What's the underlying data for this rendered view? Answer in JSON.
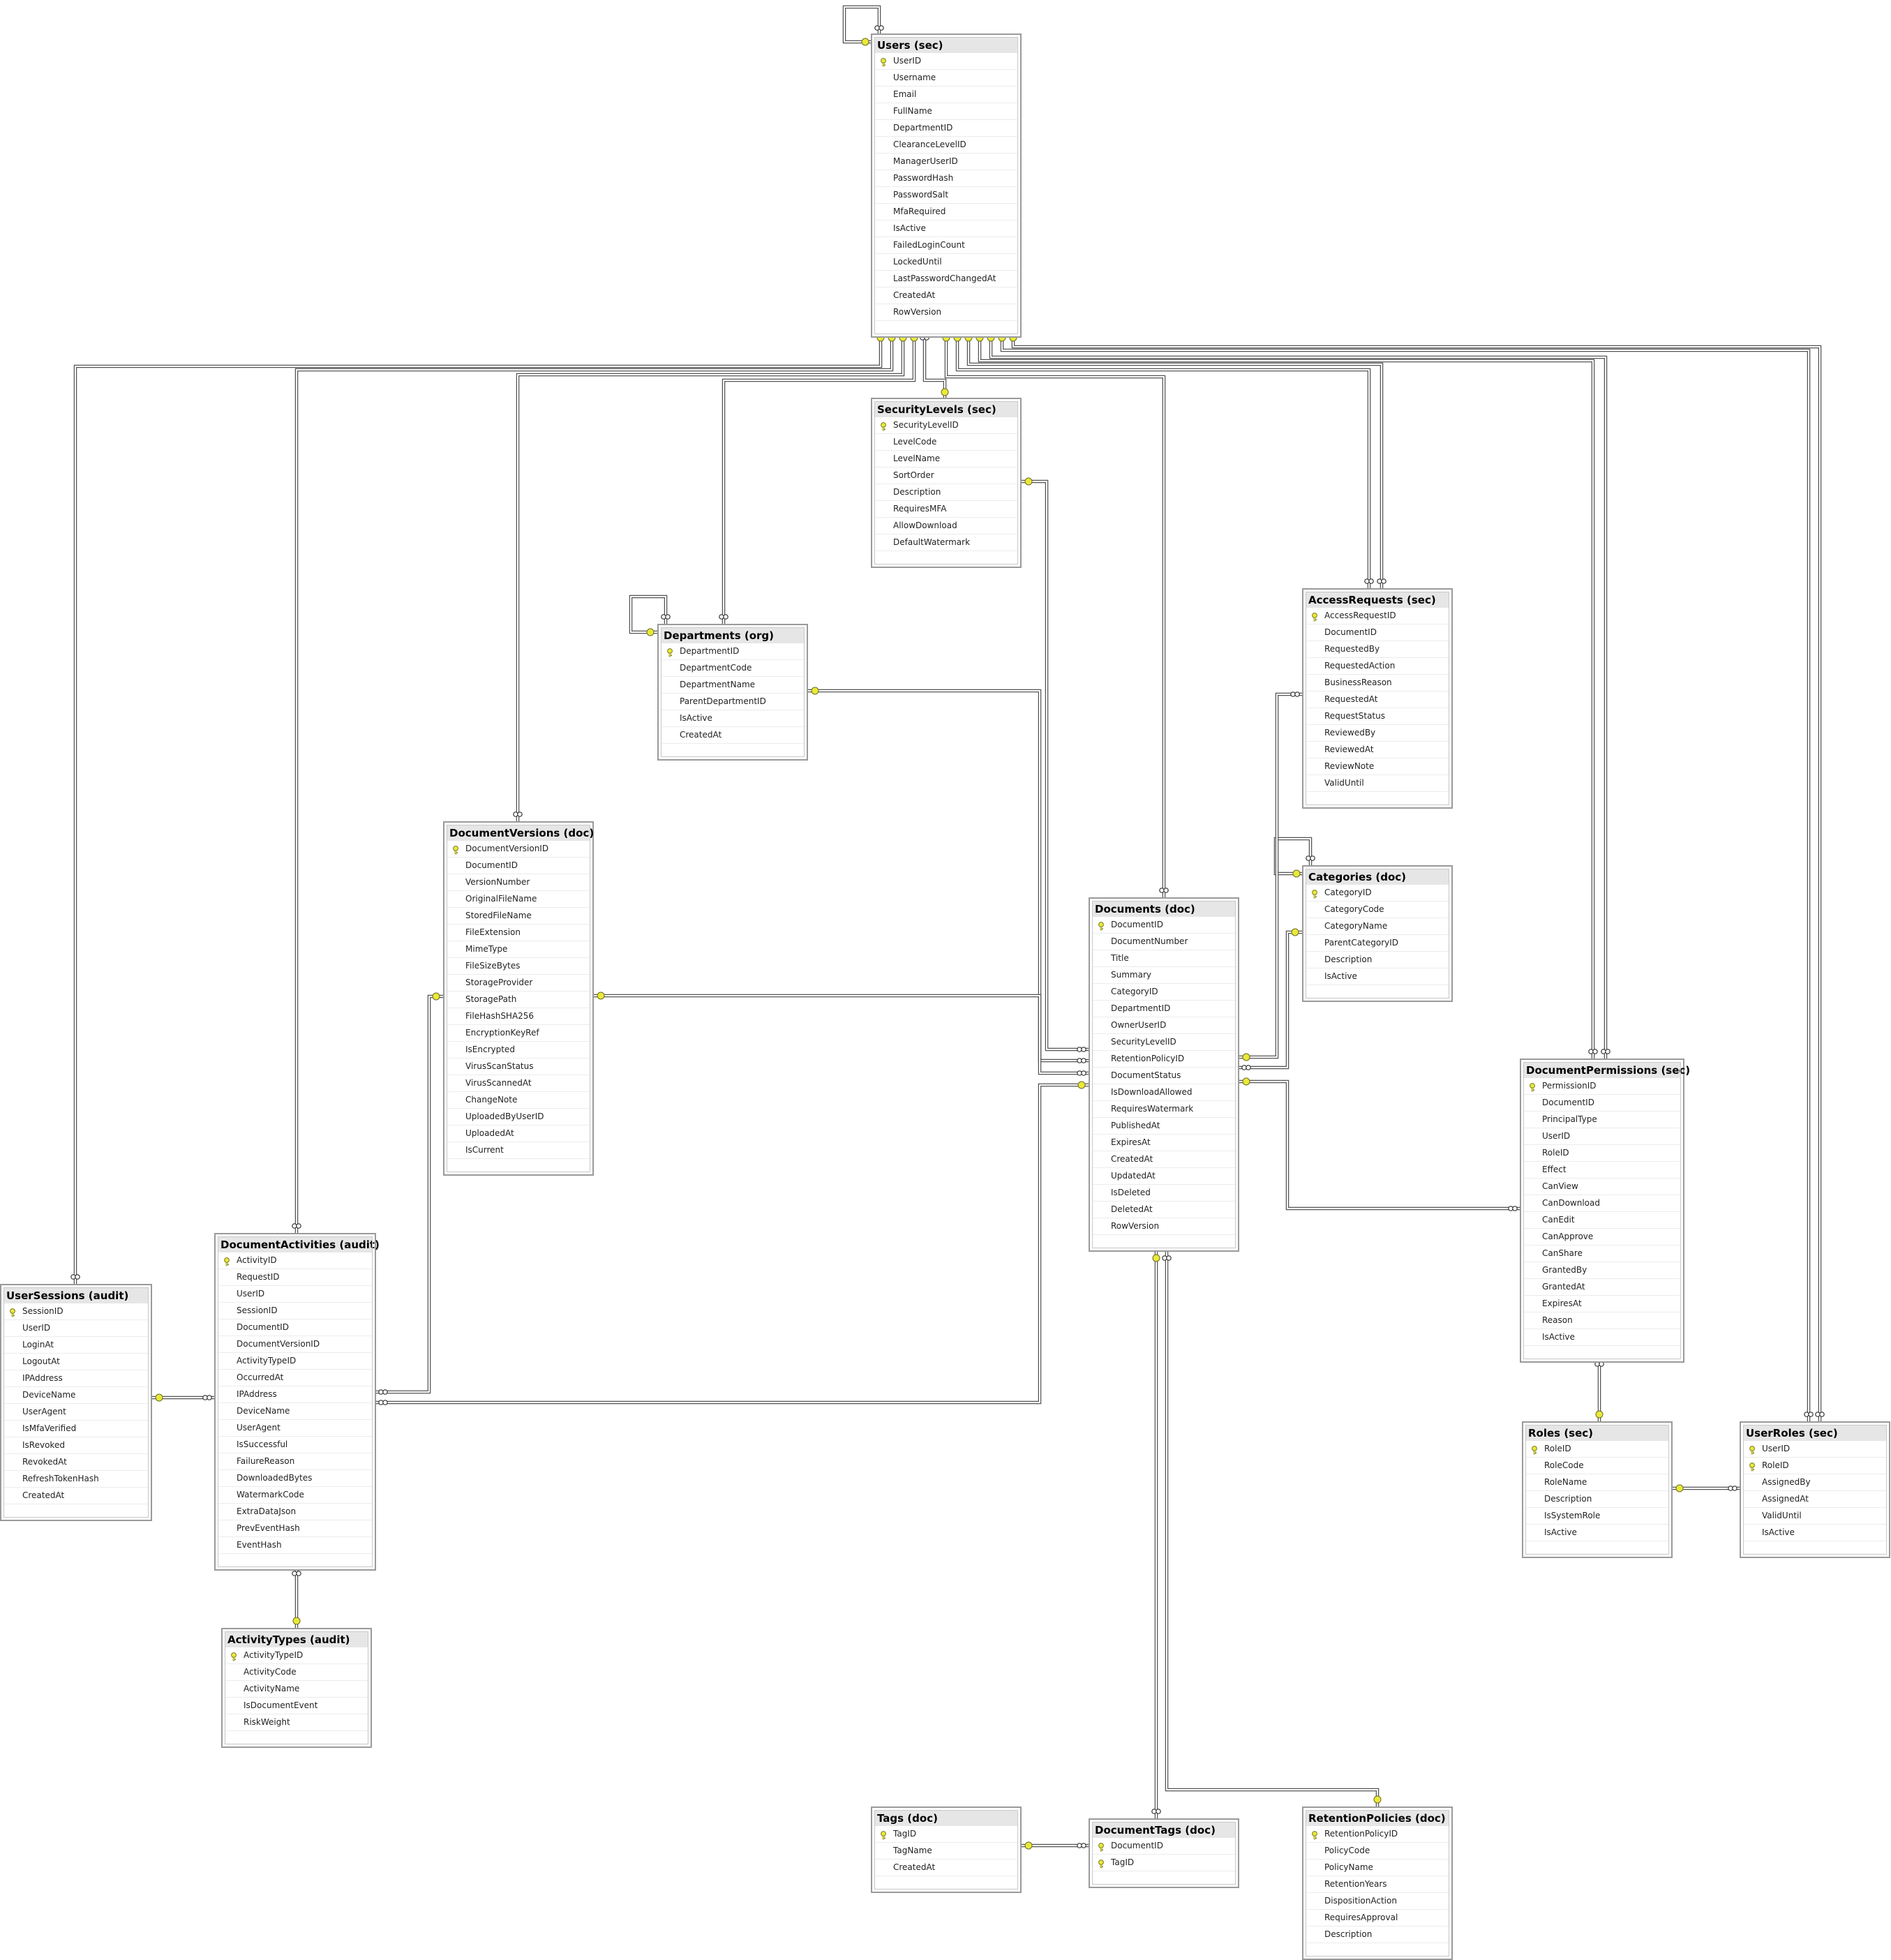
{
  "diagram": {
    "key_icon": "primary-key-icon",
    "key_color": "#e9e93a",
    "line_color": "#555555",
    "tables": [
      {
        "id": "users",
        "title": "Users (sec)",
        "pk": [
          "UserID"
        ],
        "columns": [
          "UserID",
          "Username",
          "Email",
          "FullName",
          "DepartmentID",
          "ClearanceLevelID",
          "ManagerUserID",
          "PasswordHash",
          "PasswordSalt",
          "MfaRequired",
          "IsActive",
          "FailedLoginCount",
          "LockedUntil",
          "LastPasswordChangedAt",
          "CreatedAt",
          "RowVersion"
        ]
      },
      {
        "id": "securitylevels",
        "title": "SecurityLevels (sec)",
        "pk": [
          "SecurityLevelID"
        ],
        "columns": [
          "SecurityLevelID",
          "LevelCode",
          "LevelName",
          "SortOrder",
          "Description",
          "RequiresMFA",
          "AllowDownload",
          "DefaultWatermark"
        ]
      },
      {
        "id": "departments",
        "title": "Departments (org)",
        "pk": [
          "DepartmentID"
        ],
        "columns": [
          "DepartmentID",
          "DepartmentCode",
          "DepartmentName",
          "ParentDepartmentID",
          "IsActive",
          "CreatedAt"
        ]
      },
      {
        "id": "accessrequests",
        "title": "AccessRequests (sec)",
        "pk": [
          "AccessRequestID"
        ],
        "columns": [
          "AccessRequestID",
          "DocumentID",
          "RequestedBy",
          "RequestedAction",
          "BusinessReason",
          "RequestedAt",
          "RequestStatus",
          "ReviewedBy",
          "ReviewedAt",
          "ReviewNote",
          "ValidUntil"
        ]
      },
      {
        "id": "documentversions",
        "title": "DocumentVersions (doc)",
        "pk": [
          "DocumentVersionID"
        ],
        "columns": [
          "DocumentVersionID",
          "DocumentID",
          "VersionNumber",
          "OriginalFileName",
          "StoredFileName",
          "FileExtension",
          "MimeType",
          "FileSizeBytes",
          "StorageProvider",
          "StoragePath",
          "FileHashSHA256",
          "EncryptionKeyRef",
          "IsEncrypted",
          "VirusScanStatus",
          "VirusScannedAt",
          "ChangeNote",
          "UploadedByUserID",
          "UploadedAt",
          "IsCurrent"
        ]
      },
      {
        "id": "categories",
        "title": "Categories (doc)",
        "pk": [
          "CategoryID"
        ],
        "columns": [
          "CategoryID",
          "CategoryCode",
          "CategoryName",
          "ParentCategoryID",
          "Description",
          "IsActive"
        ]
      },
      {
        "id": "documents",
        "title": "Documents (doc)",
        "pk": [
          "DocumentID"
        ],
        "columns": [
          "DocumentID",
          "DocumentNumber",
          "Title",
          "Summary",
          "CategoryID",
          "DepartmentID",
          "OwnerUserID",
          "SecurityLevelID",
          "RetentionPolicyID",
          "DocumentStatus",
          "IsDownloadAllowed",
          "RequiresWatermark",
          "PublishedAt",
          "ExpiresAt",
          "CreatedAt",
          "UpdatedAt",
          "IsDeleted",
          "DeletedAt",
          "RowVersion"
        ]
      },
      {
        "id": "documentpermissions",
        "title": "DocumentPermissions (sec)",
        "pk": [
          "PermissionID"
        ],
        "columns": [
          "PermissionID",
          "DocumentID",
          "PrincipalType",
          "UserID",
          "RoleID",
          "Effect",
          "CanView",
          "CanDownload",
          "CanEdit",
          "CanApprove",
          "CanShare",
          "GrantedBy",
          "GrantedAt",
          "ExpiresAt",
          "Reason",
          "IsActive"
        ]
      },
      {
        "id": "documentactivities",
        "title": "DocumentActivities (audit)",
        "pk": [
          "ActivityID"
        ],
        "columns": [
          "ActivityID",
          "RequestID",
          "UserID",
          "SessionID",
          "DocumentID",
          "DocumentVersionID",
          "ActivityTypeID",
          "OccurredAt",
          "IPAddress",
          "DeviceName",
          "UserAgent",
          "IsSuccessful",
          "FailureReason",
          "DownloadedBytes",
          "WatermarkCode",
          "ExtraDataJson",
          "PrevEventHash",
          "EventHash"
        ]
      },
      {
        "id": "usersessions",
        "title": "UserSessions (audit)",
        "pk": [
          "SessionID"
        ],
        "columns": [
          "SessionID",
          "UserID",
          "LoginAt",
          "LogoutAt",
          "IPAddress",
          "DeviceName",
          "UserAgent",
          "IsMfaVerified",
          "IsRevoked",
          "RevokedAt",
          "RefreshTokenHash",
          "CreatedAt"
        ]
      },
      {
        "id": "roles",
        "title": "Roles (sec)",
        "pk": [
          "RoleID"
        ],
        "columns": [
          "RoleID",
          "RoleCode",
          "RoleName",
          "Description",
          "IsSystemRole",
          "IsActive"
        ]
      },
      {
        "id": "userroles",
        "title": "UserRoles (sec)",
        "pk": [
          "UserID",
          "RoleID"
        ],
        "columns": [
          "UserID",
          "RoleID",
          "AssignedBy",
          "AssignedAt",
          "ValidUntil",
          "IsActive"
        ]
      },
      {
        "id": "activitytypes",
        "title": "ActivityTypes (audit)",
        "pk": [
          "ActivityTypeID"
        ],
        "columns": [
          "ActivityTypeID",
          "ActivityCode",
          "ActivityName",
          "IsDocumentEvent",
          "RiskWeight"
        ]
      },
      {
        "id": "tags",
        "title": "Tags (doc)",
        "pk": [
          "TagID"
        ],
        "columns": [
          "TagID",
          "TagName",
          "CreatedAt"
        ]
      },
      {
        "id": "documenttags",
        "title": "DocumentTags (doc)",
        "pk": [
          "DocumentID",
          "TagID"
        ],
        "columns": [
          "DocumentID",
          "TagID"
        ]
      },
      {
        "id": "retentionpolicies",
        "title": "RetentionPolicies (doc)",
        "pk": [
          "RetentionPolicyID"
        ],
        "columns": [
          "RetentionPolicyID",
          "PolicyCode",
          "PolicyName",
          "RetentionYears",
          "DispositionAction",
          "RequiresApproval",
          "Description"
        ]
      }
    ]
  }
}
